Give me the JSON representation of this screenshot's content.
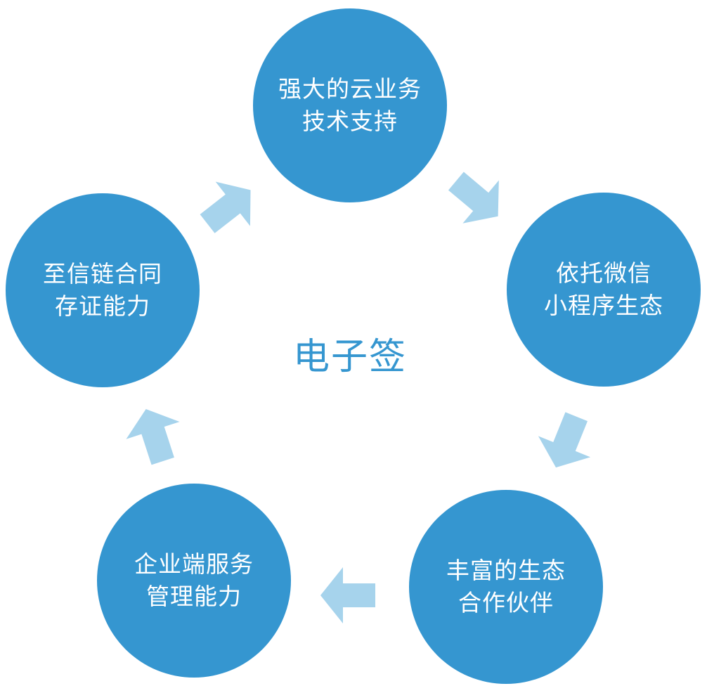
{
  "center": {
    "label": "电子签"
  },
  "nodes": [
    {
      "id": "top",
      "line1": "强大的云业务",
      "line2": "技术支持"
    },
    {
      "id": "right",
      "line1": "依托微信",
      "line2": "小程序生态"
    },
    {
      "id": "br",
      "line1": "丰富的生态",
      "line2": "合作伙伴"
    },
    {
      "id": "bl",
      "line1": "企业端服务",
      "line2": "管理能力"
    },
    {
      "id": "left",
      "line1": "至信链合同",
      "line2": "存证能力"
    }
  ],
  "colors": {
    "circle": "#3596d0",
    "arrow": "#a6d3ec",
    "center_text": "#3596d0"
  }
}
